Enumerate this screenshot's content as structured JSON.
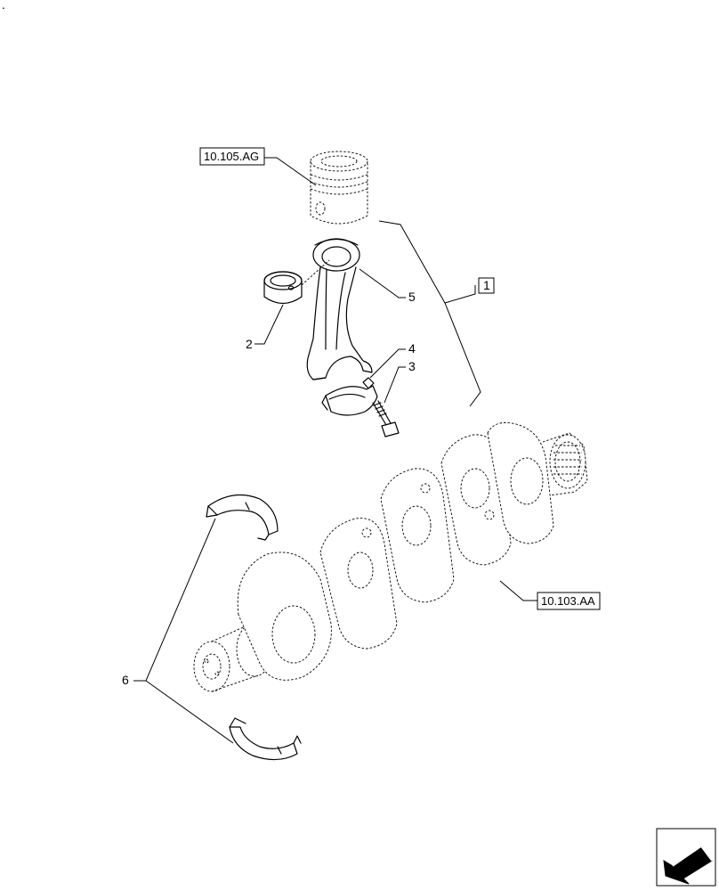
{
  "corner_mark": ".",
  "references": {
    "piston": "10.105.AG",
    "crankshaft": "10.103.AA"
  },
  "callouts": {
    "assembly": "1",
    "bushing": "2",
    "bolt": "3",
    "cap": "4",
    "rod": "5",
    "main_bearing": "6"
  },
  "icons": {
    "navigation": "back-arrow-icon"
  }
}
